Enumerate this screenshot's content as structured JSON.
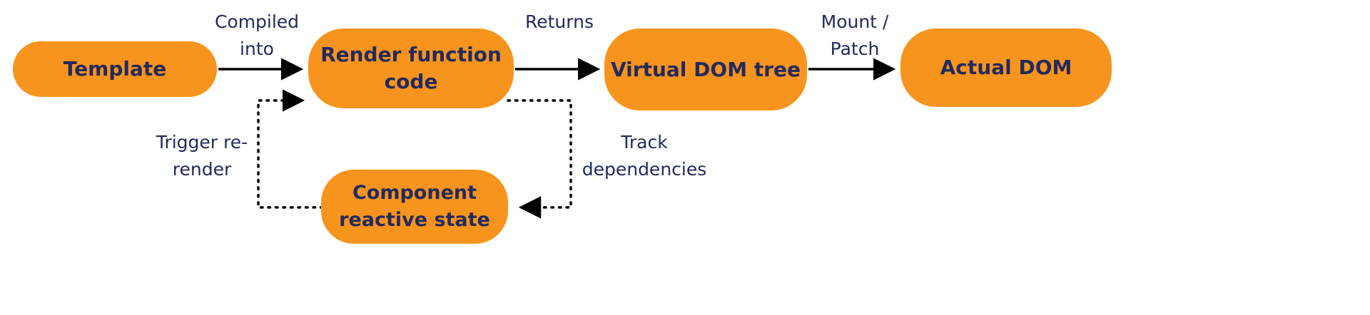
{
  "diagram": {
    "title": "Rendering pipeline diagram",
    "colors": {
      "node_background": "#F7941E",
      "node_text": "#232A5C",
      "edge_label_text": "#232A5C",
      "arrow": "#000000",
      "background": "#FFFFFF"
    },
    "nodes": {
      "template": {
        "label": "Template"
      },
      "render_function": {
        "label": "Render function code"
      },
      "virtual_dom": {
        "label": "Virtual DOM tree"
      },
      "actual_dom": {
        "label": "Actual DOM"
      },
      "reactive_state": {
        "label": "Component reactive state"
      }
    },
    "edges": {
      "compiled_into": {
        "label": "Compiled into",
        "style": "solid",
        "from": "template",
        "to": "render_function"
      },
      "returns": {
        "label": "Returns",
        "style": "solid",
        "from": "render_function",
        "to": "virtual_dom"
      },
      "mount_patch": {
        "label": "Mount / Patch",
        "style": "solid",
        "from": "virtual_dom",
        "to": "actual_dom"
      },
      "track_dependencies": {
        "label": "Track dependencies",
        "style": "dotted",
        "from": "render_function",
        "to": "reactive_state"
      },
      "trigger_rerender": {
        "label": "Trigger re-render",
        "style": "dotted",
        "from": "reactive_state",
        "to": "render_function"
      }
    }
  }
}
